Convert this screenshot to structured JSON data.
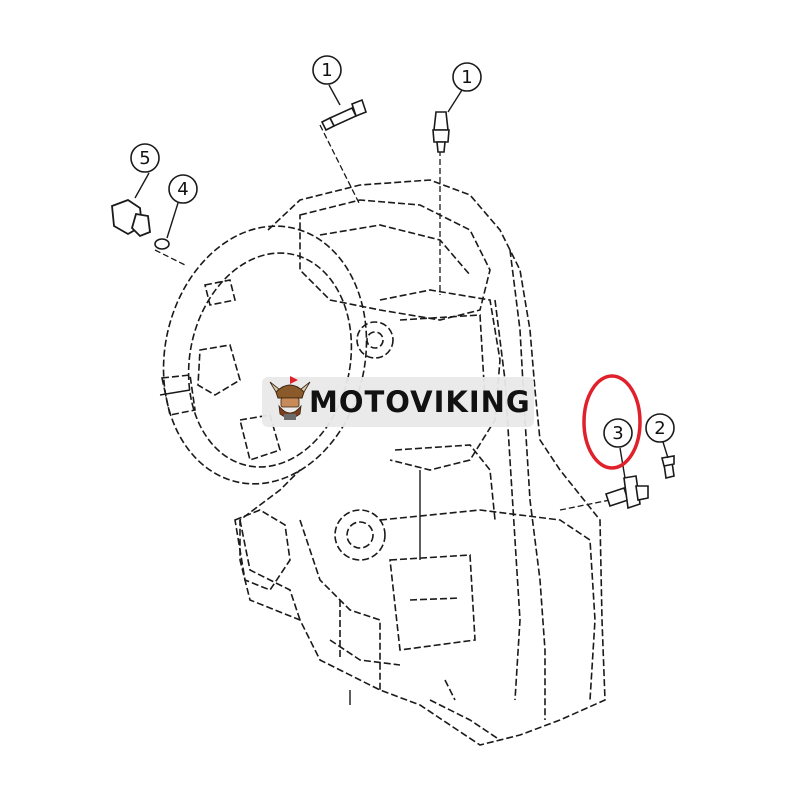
{
  "callouts": [
    {
      "id": "c1a",
      "label": "1"
    },
    {
      "id": "c1b",
      "label": "1"
    },
    {
      "id": "c2",
      "label": "2"
    },
    {
      "id": "c3",
      "label": "3"
    },
    {
      "id": "c4",
      "label": "4"
    },
    {
      "id": "c5",
      "label": "5"
    }
  ],
  "watermark": {
    "text": "MOTOVIKING"
  },
  "colors": {
    "line": "#1a1a1a",
    "highlight": "#e0202a",
    "watermark_bg": "#e9e9e9"
  },
  "highlighted_callout": "3"
}
